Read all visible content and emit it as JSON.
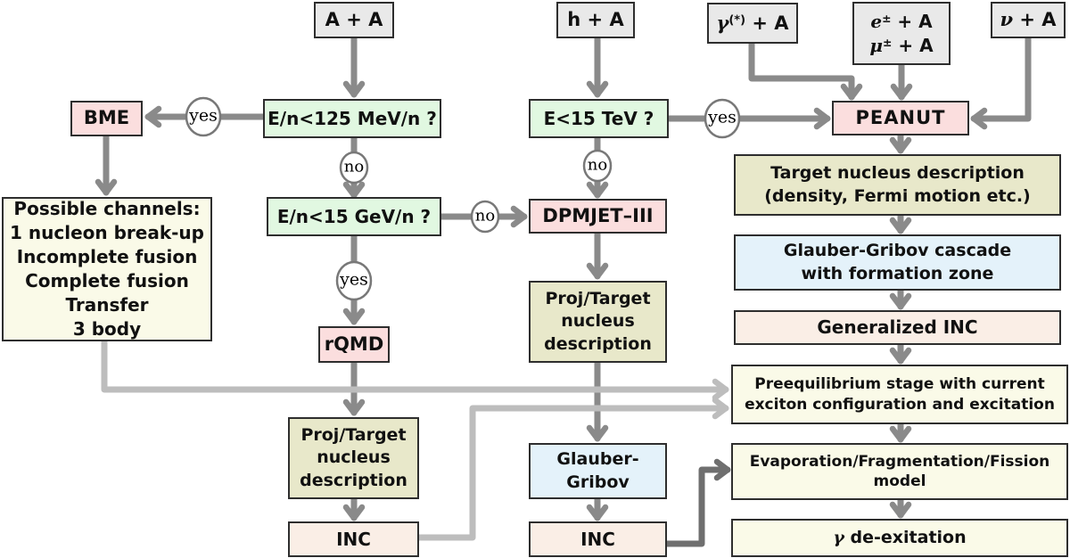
{
  "diagram": {
    "kind": "flowchart",
    "nodes": [
      {
        "id": "a-a",
        "type": "input",
        "lines": [
          "A + A"
        ]
      },
      {
        "id": "h-a",
        "type": "input",
        "lines": [
          "h + A"
        ]
      },
      {
        "id": "gamma-a",
        "type": "input",
        "lines": [
          "γ(*) + A"
        ]
      },
      {
        "id": "e-mu-a",
        "type": "input",
        "lines": [
          "e± + A",
          "μ± + A"
        ]
      },
      {
        "id": "nu-a",
        "type": "input",
        "lines": [
          "ν + A"
        ]
      },
      {
        "id": "q-125mev",
        "type": "decision",
        "lines": [
          "E/n<125 MeV/n ?"
        ]
      },
      {
        "id": "q-15gev",
        "type": "decision",
        "lines": [
          "E/n<15 GeV/n ?"
        ]
      },
      {
        "id": "q-15tev",
        "type": "decision",
        "lines": [
          "E<15 TeV ?"
        ]
      },
      {
        "id": "bme",
        "type": "model",
        "lines": [
          "BME"
        ]
      },
      {
        "id": "rqmd",
        "type": "model",
        "lines": [
          "rQMD"
        ]
      },
      {
        "id": "dpmjet",
        "type": "model",
        "lines": [
          "DPMJET–III"
        ]
      },
      {
        "id": "peanut",
        "type": "model",
        "lines": [
          "PEANUT"
        ]
      },
      {
        "id": "possible-channels",
        "type": "stage",
        "lines": [
          "Possible channels:",
          "1 nucleon break-up",
          "Incomplete fusion",
          "Complete fusion",
          "Transfer",
          "3 body"
        ]
      },
      {
        "id": "proj-target-left",
        "type": "nucleus",
        "lines": [
          "Proj/Target",
          "nucleus",
          "description"
        ]
      },
      {
        "id": "proj-target-mid",
        "type": "nucleus",
        "lines": [
          "Proj/Target",
          "nucleus",
          "description"
        ]
      },
      {
        "id": "inc-left",
        "type": "inc",
        "lines": [
          "INC"
        ]
      },
      {
        "id": "inc-mid",
        "type": "inc",
        "lines": [
          "INC"
        ]
      },
      {
        "id": "glauber-gribov-mid",
        "type": "glauber",
        "lines": [
          "Glauber-",
          "Gribov"
        ]
      },
      {
        "id": "target-nucleus-desc",
        "type": "nucleus",
        "lines": [
          "Target nucleus description",
          "(density, Fermi motion etc.)"
        ]
      },
      {
        "id": "gg-cascade",
        "type": "glauber",
        "lines": [
          "Glauber-Gribov cascade",
          "with formation zone"
        ]
      },
      {
        "id": "generalized-inc",
        "type": "inc",
        "lines": [
          "Generalized INC"
        ]
      },
      {
        "id": "preequilibrium",
        "type": "stage",
        "lines": [
          "Preequilibrium stage with current",
          "exciton configuration and excitation"
        ]
      },
      {
        "id": "evaporation",
        "type": "stage",
        "lines": [
          "Evaporation/Fragmentation/Fission",
          "model"
        ]
      },
      {
        "id": "gamma-deexcitation",
        "type": "stage",
        "lines": [
          "γ de-exitation"
        ]
      }
    ],
    "connector_labels": [
      {
        "id": "yes-bme",
        "text": "yes"
      },
      {
        "id": "no-125",
        "text": "no"
      },
      {
        "id": "no-15gev",
        "text": "no"
      },
      {
        "id": "yes-rqmd",
        "text": "yes"
      },
      {
        "id": "no-15tev",
        "text": "no"
      },
      {
        "id": "yes-peanut",
        "text": "yes"
      }
    ],
    "colors": {
      "box_gray": "#e9e9e9",
      "box_green": "#e1f8e1",
      "box_pink": "#fbdede",
      "box_olive": "#e8e8ca",
      "box_blue": "#e4f2fa",
      "box_cream": "#faeee6",
      "box_ivory": "#fafae8",
      "border": "#2e2e2e",
      "arrow_dark": "#8a8a8a",
      "arrow_mid": "#6f6f6f",
      "arrow_light": "#bdbdbd",
      "circle_stroke": "#787878"
    }
  }
}
